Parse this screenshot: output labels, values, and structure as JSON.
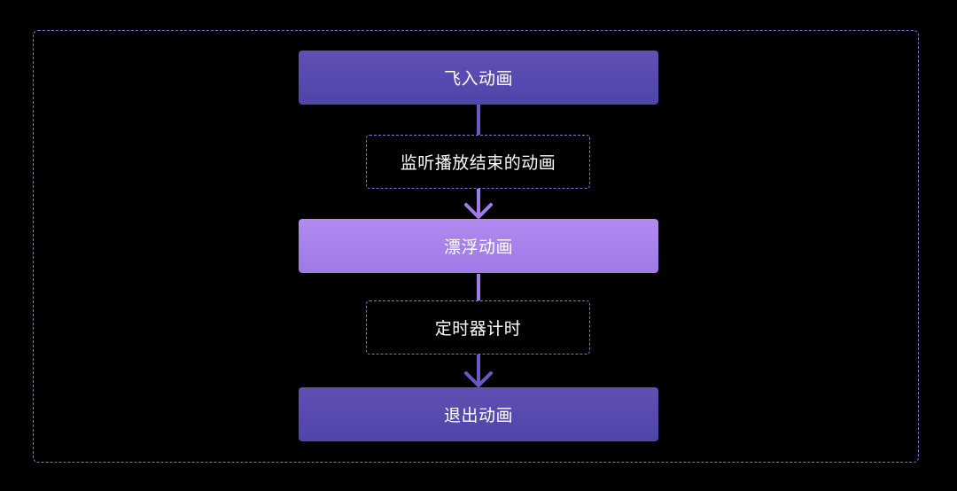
{
  "colors": {
    "deep_box": "#5a4cb1",
    "light_box": "#a884ec",
    "dashed_border": "#8a6fd6",
    "background": "#000000"
  },
  "nodes": {
    "fly_in": "飞入动画",
    "listen_end": "监听播放结束的动画",
    "float": "漂浮动画",
    "timer": "定时器计时",
    "exit": "退出动画"
  }
}
